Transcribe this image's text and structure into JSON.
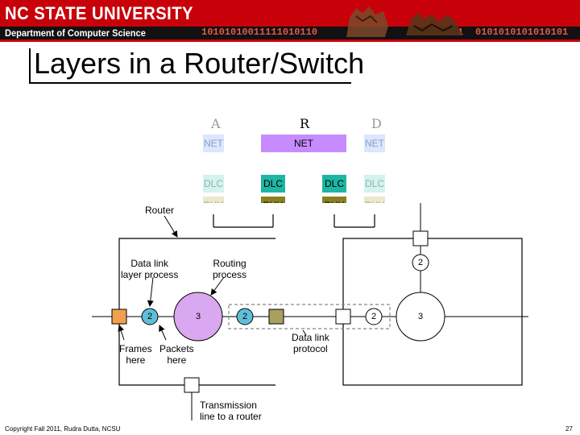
{
  "banner": {
    "university": "NC STATE UNIVERSITY",
    "department": "Department of Computer Science",
    "binary_1": "10101010011111010110",
    "binary_2": "1",
    "binary_3": "0101010101010101"
  },
  "title": "Layers in a Router/Switch",
  "layers": {
    "nodes": [
      "A",
      "R",
      "D"
    ],
    "net": "NET",
    "dlc": "DLC",
    "phy": "PHY"
  },
  "figure": {
    "router_label": "Router",
    "dll_process": [
      "Data link",
      "layer process"
    ],
    "routing_process": [
      "Routing",
      "process"
    ],
    "frames_here": [
      "Frames",
      "here"
    ],
    "packets_here": [
      "Packets",
      "here"
    ],
    "dll_protocol": [
      "Data link",
      "protocol"
    ],
    "transmission": [
      "Transmission",
      "line to a router"
    ],
    "circle_2": "2",
    "circle_3": "3"
  },
  "footer": {
    "copyright": "Copyright Fall 2011, Rudra Dutta, NCSU",
    "page": "27"
  },
  "colors": {
    "banner_red": "#c8000a",
    "net_purple": "#c68cff",
    "dlc_teal": "#1db6a3",
    "phy_olive": "#8a8020",
    "circle_blue": "#5fbfd8",
    "circle_purple": "#d9a8f0",
    "port_orange": "#f2a050",
    "port_olive": "#a8a060"
  }
}
